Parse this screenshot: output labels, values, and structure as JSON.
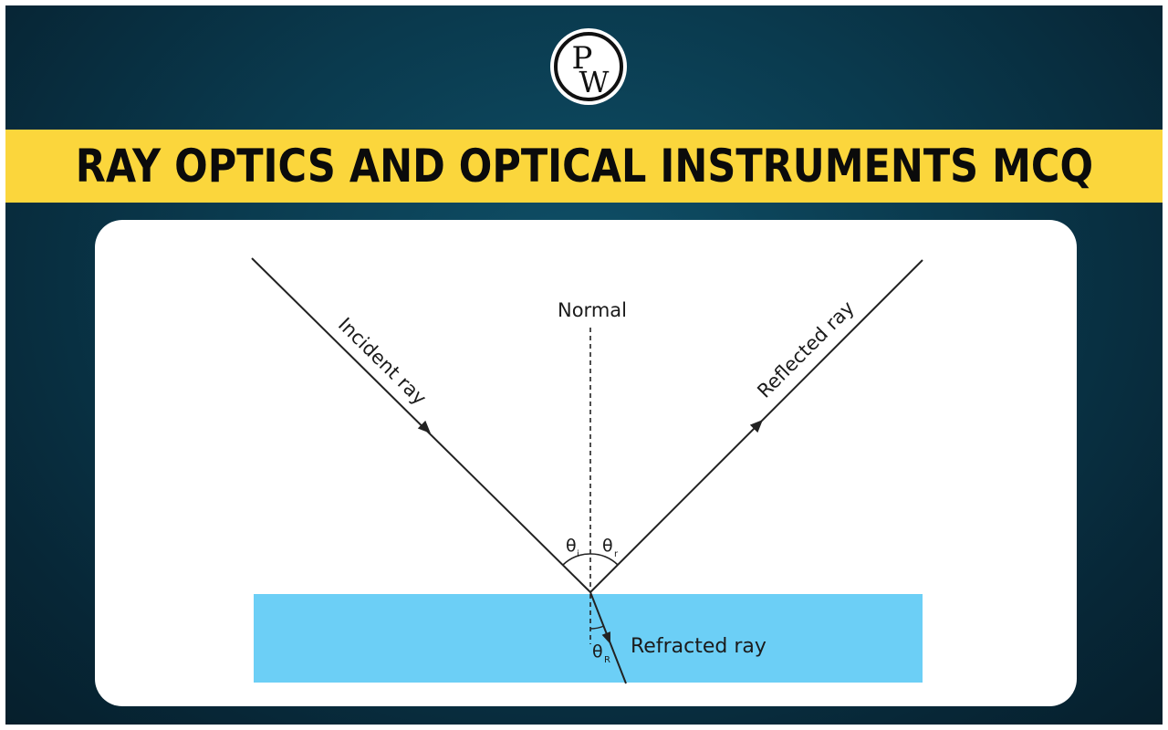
{
  "logo": {
    "letter_top": "P",
    "letter_bottom": "W"
  },
  "title": "RAY OPTICS AND OPTICAL INSTRUMENTS MCQ",
  "diagram": {
    "normal_label": "Normal",
    "incident_label": "Incident ray",
    "reflected_label": "Reflected ray",
    "refracted_label": "Refracted ray",
    "theta": "θ",
    "sub_i": "i",
    "sub_r": "r",
    "sub_R": "R"
  },
  "colors": {
    "background": "#0a3a4e",
    "title_bar": "#fbd63c",
    "medium": "#6ccff6",
    "card": "#ffffff"
  }
}
